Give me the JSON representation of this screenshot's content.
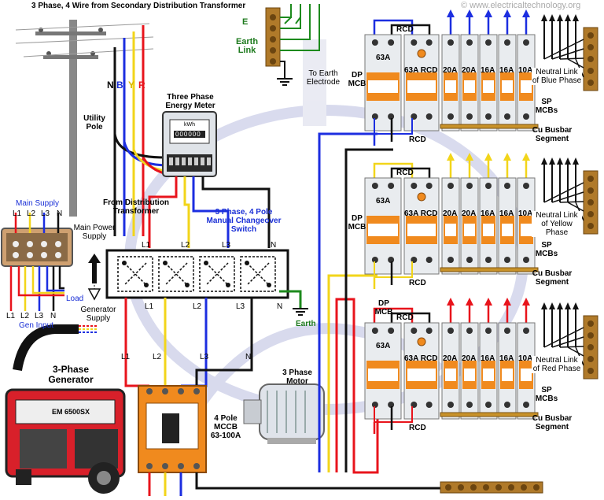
{
  "watermark": "© www.electricaltechnology.org",
  "colors": {
    "red": "#e8141c",
    "yellow": "#f2d51a",
    "blue": "#1c2ee0",
    "black": "#111111",
    "green": "#1d8a1d",
    "orange": "#f08a1e",
    "grey": "#c8c8c8"
  },
  "top_title": "3 Phase, 4 Wire from Secondary Distribution Transformer",
  "phase_letters": {
    "n": "N",
    "b": "B",
    "y": "Y",
    "r": "R"
  },
  "utility_pole": "Utility Pole",
  "meter": {
    "title": "Three Phase Energy Meter",
    "unit": "kWh",
    "reading": "000000"
  },
  "from_transformer": "From Distribution Transformer",
  "earth_link": {
    "e": "E",
    "label": "Earth Link",
    "to_electrode": "To Earth Electrode"
  },
  "changeover": {
    "title": "3 Phase, 4 Pole Manual Changeover Switch",
    "top_terms": [
      "L1",
      "L2",
      "L3",
      "N"
    ],
    "bottom_terms": [
      "L1",
      "L2",
      "L3",
      "N"
    ]
  },
  "main_supply": {
    "label": "Main Supply",
    "terms": [
      "L1",
      "L2",
      "L3",
      "N"
    ]
  },
  "load": "Load",
  "gen_terms": [
    "L1",
    "L2",
    "L3",
    "N"
  ],
  "gen_input": "Gen Input",
  "main_power_supply": "Main Power Supply",
  "generator_supply": "Generator Supply",
  "earth": "Earth",
  "generator": {
    "title": "3-Phase Generator",
    "model": "EM 6500SX"
  },
  "mccb": {
    "label": "4 Pole MCCB 63-100A",
    "feed": [
      "L1",
      "L2",
      "L3",
      "N"
    ]
  },
  "motor": "3 Phase Motor",
  "panels": [
    {
      "dp": "DP MCB",
      "dp_rating": "63A",
      "rcd_tag": "RCD",
      "rcd": "63A RCD",
      "mcbs": [
        "20A",
        "20A",
        "16A",
        "16A",
        "10A"
      ],
      "sp": "SP MCBs",
      "rcd_label": "RCD",
      "busbar": "Cu Busbar Segment",
      "neutral": "Neutral Link of Blue Phase"
    },
    {
      "dp": "DP MCB",
      "dp_rating": "63A",
      "rcd_tag": "RCD",
      "rcd": "63A RCD",
      "mcbs": [
        "20A",
        "20A",
        "16A",
        "16A",
        "10A"
      ],
      "sp": "SP MCBs",
      "rcd_label": "RCD",
      "busbar": "Cu Busbar Segment",
      "neutral": "Neutral Link of Yellow Phase"
    },
    {
      "dp": "DP MCB",
      "dp_rating": "63A",
      "rcd_tag": "RCD",
      "rcd": "63A RCD",
      "mcbs": [
        "20A",
        "20A",
        "16A",
        "16A",
        "10A"
      ],
      "sp": "SP MCBs",
      "rcd_label": "RCD",
      "busbar": "Cu Busbar Segment",
      "neutral": "Neutral Link of Red Phase"
    }
  ]
}
